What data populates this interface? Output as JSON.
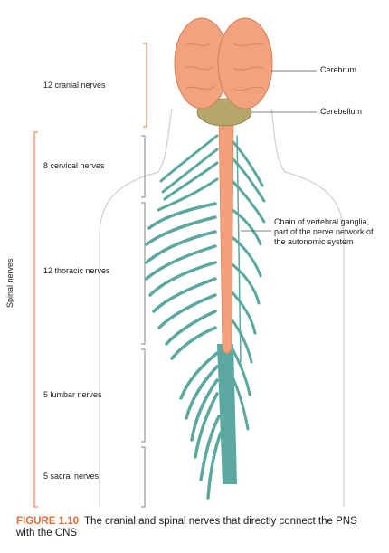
{
  "labels": {
    "cranial": "12 cranial nerves",
    "cervical": "8 cervical nerves",
    "thoracic": "12 thoracic nerves",
    "lumbar": "5 lumbar nerves",
    "sacral": "5 sacral nerves",
    "spinal": "Spinal nerves",
    "cerebrum": "Cerebrum",
    "cerebellum": "Cerebellum",
    "ganglia": "Chain of vertebral ganglia, part of the nerve network of the autonomic system"
  },
  "caption": {
    "figure_number": "FIGURE 1.10",
    "text": "The cranial and spinal nerves that directly connect the PNS with the CNS"
  },
  "colors": {
    "brain": "#f2a37d",
    "cerebellum": "#b5a66a",
    "spinal_cord": "#f4a07a",
    "nerves": "#5ba8a0",
    "bracket_orange": "#f08a5d",
    "bracket_gray": "#9a9a9a",
    "body_outline": "#cfcfcf",
    "caption_accent": "#e36c2f"
  }
}
